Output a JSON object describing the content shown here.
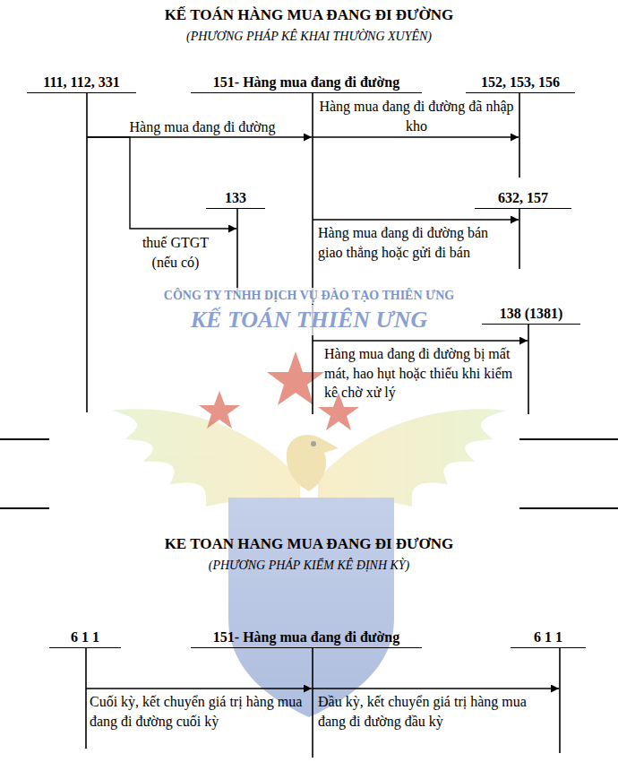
{
  "diagram": {
    "title": "KẾ TOÁN HÀNG MUA ĐANG ĐI ĐƯỜNG",
    "nodes": [
      {
        "text": [
          "111, 112, 331"
        ]
      },
      {
        "text": [
          "151- Hàng mua đang đi đường"
        ]
      },
      {
        "text": [
          "152, 153, 156"
        ]
      },
      {
        "text": [
          "133"
        ]
      },
      {
        "text": [
          "632, 157"
        ]
      },
      {
        "text": [
          "138 (1381)"
        ]
      },
      {
        "text": [
          "6 1 1"
        ]
      },
      {
        "text": [
          "151- Hàng mua đang đi đường"
        ]
      },
      {
        "text": [
          "6 1 1"
        ]
      }
    ],
    "edges": [
      {
        "from": 0,
        "to": 1,
        "arrow": "to",
        "label": "Hàng mua đang đi đường"
      },
      {
        "from": 0,
        "to": 3,
        "arrow": "to",
        "label": "thuế GTGT (nếu có)"
      },
      {
        "from": 1,
        "to": 2,
        "arrow": "to",
        "label": "Hàng mua đang đi đường đã nhập kho"
      },
      {
        "from": 1,
        "to": 4,
        "arrow": "to",
        "label": "Hàng mua đang đi đường bán giao thẳng hoặc gửi đi bán"
      },
      {
        "from": 1,
        "to": 5,
        "arrow": "to",
        "label": "Hàng mua đang đi đường bị mất mát, hao hụt hoặc thiếu khi kiểm kê chờ xử lý"
      },
      {
        "from": 6,
        "to": 7,
        "arrow": "to",
        "label": "Cuối kỳ, kết chuyển giá trị hàng mua đang đi đường cuối kỳ"
      },
      {
        "from": 7,
        "to": 8,
        "arrow": "to",
        "label": "Đầu kỳ, kết chuyển giá trị hàng mua đang đi đường đầu kỳ"
      }
    ],
    "labels": [
      "(PHƯƠNG PHÁP KÊ KHAI THƯỜNG XUYÊN)",
      "CÔNG TY TNHH DỊCH VỤ ĐÀO TẠO THIÊN ƯNG",
      "KẾ TOÁN THIÊN ƯNG",
      "KE TOAN HANG MUA ĐANG ĐI ĐƯƠNG",
      "(PHƯƠNG PHÁP KIỂM KÊ ĐỊNH KỲ)"
    ]
  }
}
